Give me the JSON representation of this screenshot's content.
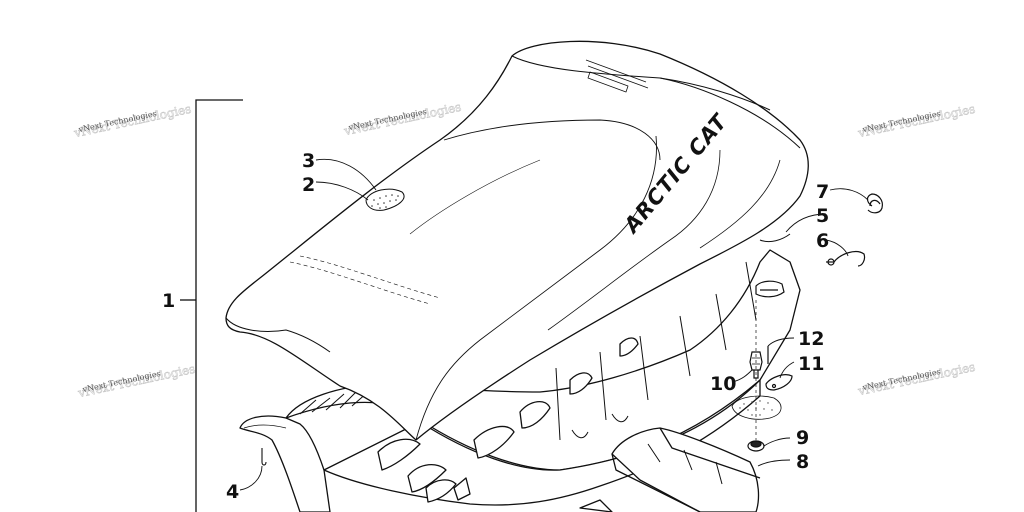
{
  "diagram": {
    "brand_logo": "ARCTIC CAT",
    "watermark": "vNext Technologies",
    "callouts": [
      {
        "id": "1",
        "label": "1"
      },
      {
        "id": "2",
        "label": "2"
      },
      {
        "id": "3",
        "label": "3"
      },
      {
        "id": "4",
        "label": "4"
      },
      {
        "id": "5",
        "label": "5"
      },
      {
        "id": "6",
        "label": "6"
      },
      {
        "id": "7",
        "label": "7"
      },
      {
        "id": "8",
        "label": "8"
      },
      {
        "id": "9",
        "label": "9"
      },
      {
        "id": "10",
        "label": "10"
      },
      {
        "id": "11",
        "label": "11"
      },
      {
        "id": "12",
        "label": "12"
      }
    ]
  }
}
